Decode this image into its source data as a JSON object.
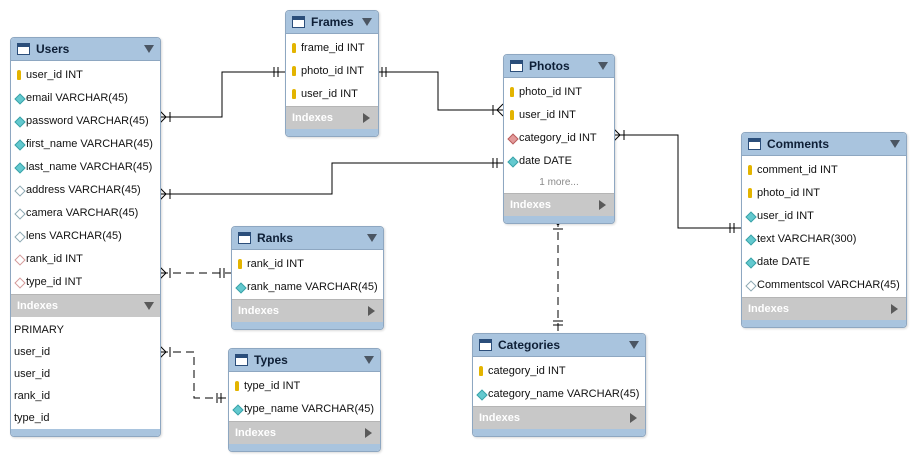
{
  "indexes_label": "Indexes",
  "tables": {
    "users": {
      "name": "Users",
      "columns": [
        {
          "text": "user_id INT",
          "icon": "key"
        },
        {
          "text": "email VARCHAR(45)",
          "icon": "cyan"
        },
        {
          "text": "password VARCHAR(45)",
          "icon": "cyan"
        },
        {
          "text": "first_name VARCHAR(45)",
          "icon": "cyan"
        },
        {
          "text": "last_name VARCHAR(45)",
          "icon": "cyan"
        },
        {
          "text": "address VARCHAR(45)",
          "icon": "hollow"
        },
        {
          "text": "camera VARCHAR(45)",
          "icon": "hollow"
        },
        {
          "text": "lens VARCHAR(45)",
          "icon": "hollow"
        },
        {
          "text": "rank_id INT",
          "icon": "redh"
        },
        {
          "text": "type_id INT",
          "icon": "redh"
        }
      ],
      "indexes": [
        "PRIMARY",
        "user_id",
        "user_id",
        "rank_id",
        "type_id"
      ]
    },
    "frames": {
      "name": "Frames",
      "columns": [
        {
          "text": "frame_id INT",
          "icon": "key"
        },
        {
          "text": "photo_id INT",
          "icon": "key"
        },
        {
          "text": "user_id INT",
          "icon": "key"
        }
      ]
    },
    "photos": {
      "name": "Photos",
      "columns": [
        {
          "text": "photo_id INT",
          "icon": "key"
        },
        {
          "text": "user_id INT",
          "icon": "key"
        },
        {
          "text": "category_id INT",
          "icon": "red"
        },
        {
          "text": "date DATE",
          "icon": "cyan"
        }
      ],
      "more": "1 more..."
    },
    "comments": {
      "name": "Comments",
      "columns": [
        {
          "text": "comment_id INT",
          "icon": "key"
        },
        {
          "text": "photo_id INT",
          "icon": "key"
        },
        {
          "text": "user_id INT",
          "icon": "cyan"
        },
        {
          "text": "text VARCHAR(300)",
          "icon": "cyan"
        },
        {
          "text": "date DATE",
          "icon": "cyan"
        },
        {
          "text": "Commentscol VARCHAR(45)",
          "icon": "hollow"
        }
      ]
    },
    "ranks": {
      "name": "Ranks",
      "columns": [
        {
          "text": "rank_id INT",
          "icon": "key"
        },
        {
          "text": "rank_name VARCHAR(45)",
          "icon": "cyan"
        }
      ]
    },
    "types": {
      "name": "Types",
      "columns": [
        {
          "text": "type_id INT",
          "icon": "key"
        },
        {
          "text": "type_name VARCHAR(45)",
          "icon": "cyan"
        }
      ]
    },
    "categories": {
      "name": "Categories",
      "columns": [
        {
          "text": "category_id INT",
          "icon": "key"
        },
        {
          "text": "category_name VARCHAR(45)",
          "icon": "cyan"
        }
      ]
    }
  },
  "colors": {
    "header": "#a9c4de",
    "border": "#8ea7c1",
    "indexes_bar": "#c8c8c8",
    "connector": "#000000"
  }
}
